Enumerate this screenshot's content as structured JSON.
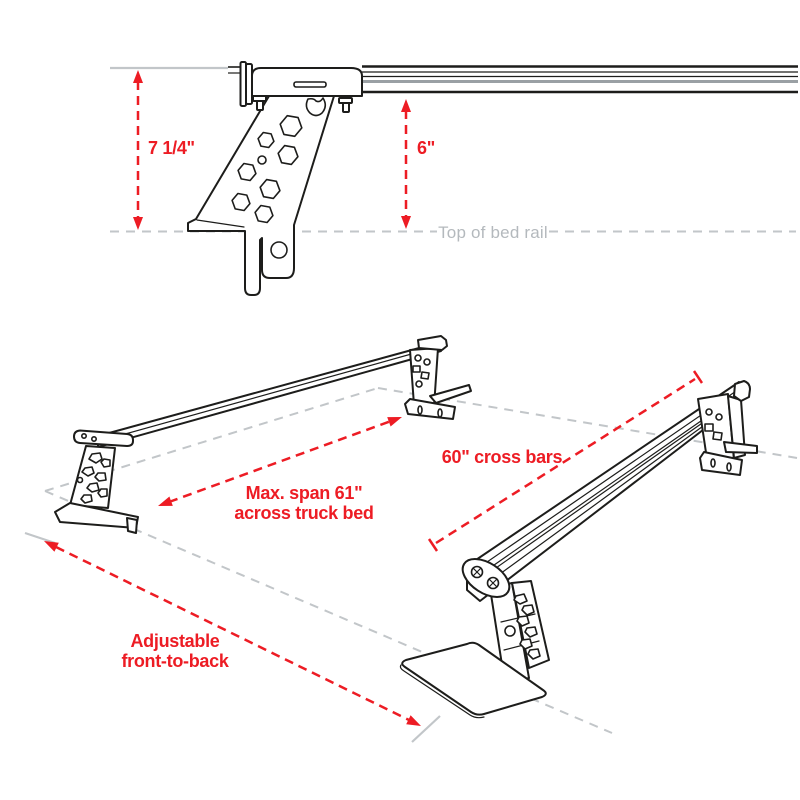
{
  "diagram": {
    "top_view": {
      "total_height": "7 1/4\"",
      "height_above_rail": "6\"",
      "bed_rail_line": "Top of bed rail"
    },
    "iso_view": {
      "max_span_line1": "Max. span 61\"",
      "max_span_line2": "across truck bed",
      "cross_bar_length": "60\" cross bars",
      "adjustable_line1": "Adjustable",
      "adjustable_line2": "front-to-back"
    },
    "colors": {
      "dimension_red": "#ed1c24",
      "line_art": "#1d1d1b",
      "guide_gray": "#c2c6c9",
      "guide_text_gray": "#b4b9bd",
      "background": "#ffffff"
    }
  }
}
